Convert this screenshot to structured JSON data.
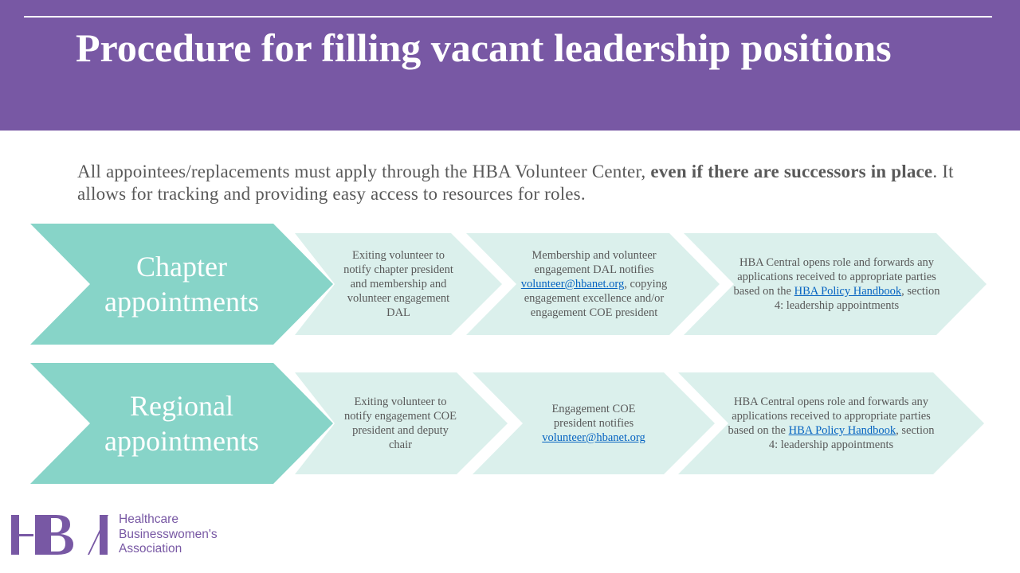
{
  "title": "Procedure for filling vacant leadership positions",
  "intro": {
    "part1": "All appointees/replacements must apply through the HBA Volunteer Center, ",
    "bold": "even if there are successors in place",
    "part2": ". It allows for tracking and providing easy access to resources for roles."
  },
  "rows": [
    {
      "label": "Chapter appointments",
      "step1": "Exiting volunteer to notify chapter president and membership and volunteer engagement DAL",
      "step2": {
        "before": "Membership and volunteer engagement DAL notifies ",
        "link": "volunteer@hbanet.org",
        "after": ", copying engagement excellence and/or engagement COE president"
      },
      "step3": {
        "before": "HBA Central opens role and forwards any applications received to appropriate parties based on the ",
        "link": "HBA Policy Handbook",
        "after": ", section 4: leadership appointments"
      }
    },
    {
      "label": "Regional appointments",
      "step1": "Exiting volunteer to notify engagement COE president and deputy chair",
      "step2": {
        "before": "Engagement COE president notifies ",
        "link": "volunteer@hbanet.org",
        "after": ""
      },
      "step3": {
        "before": "HBA Central opens role and forwards any applications received to appropriate parties based on the ",
        "link": "HBA Policy Handbook",
        "after": ", section 4: leadership appointments"
      }
    }
  ],
  "logo": {
    "mark": "HBA",
    "line1": "Healthcare",
    "line2": "Businesswomen's",
    "line3": "Association"
  },
  "colors": {
    "header": "#7858A4",
    "chevron_big": "#87D4C8",
    "chevron_small": "#DBF0EC"
  }
}
